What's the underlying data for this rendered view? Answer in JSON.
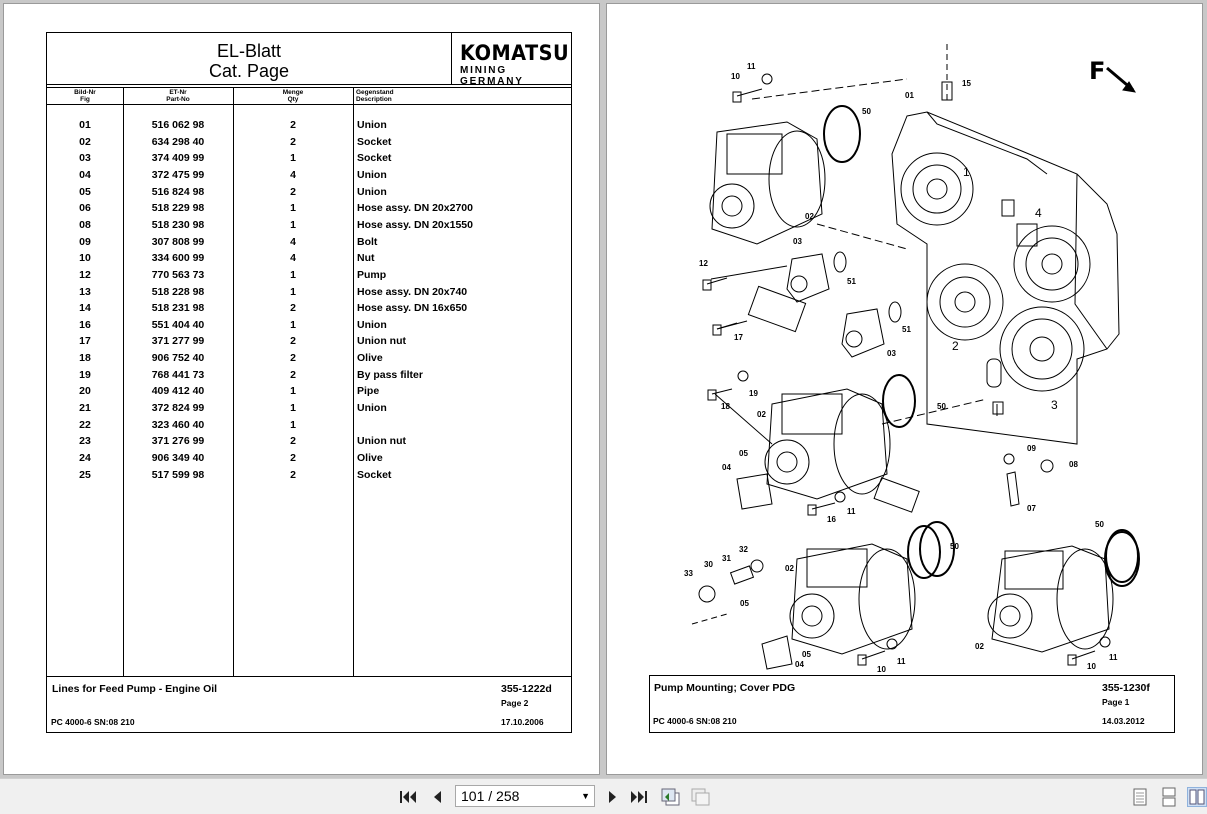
{
  "left_page": {
    "header": {
      "title_line1": "EL-Blatt",
      "title_line2": "Cat. Page",
      "logo_main": "KOMATSU",
      "logo_sub": "MINING GERMANY"
    },
    "columns": [
      {
        "de": "Bild-Nr",
        "en": "Fig"
      },
      {
        "de": "ET-Nr",
        "en": "Part-No"
      },
      {
        "de": "Menge",
        "en": "Qty"
      },
      {
        "de": "Gegenstand",
        "en": "Description"
      }
    ],
    "rows": [
      {
        "fig": "01",
        "part": "516 062 98",
        "qty": "2",
        "desc": "Union"
      },
      {
        "fig": "02",
        "part": "634 298 40",
        "qty": "2",
        "desc": "Socket"
      },
      {
        "fig": "03",
        "part": "374 409 99",
        "qty": "1",
        "desc": "Socket"
      },
      {
        "fig": "04",
        "part": "372 475 99",
        "qty": "4",
        "desc": "Union"
      },
      {
        "fig": "05",
        "part": "516 824 98",
        "qty": "2",
        "desc": "Union"
      },
      {
        "fig": "06",
        "part": "518 229 98",
        "qty": "1",
        "desc": "Hose assy. DN 20x2700"
      },
      {
        "fig": "08",
        "part": "518 230 98",
        "qty": "1",
        "desc": "Hose assy. DN 20x1550"
      },
      {
        "fig": "09",
        "part": "307 808 99",
        "qty": "4",
        "desc": "Bolt"
      },
      {
        "fig": "10",
        "part": "334 600 99",
        "qty": "4",
        "desc": "Nut"
      },
      {
        "fig": "12",
        "part": "770 563 73",
        "qty": "1",
        "desc": "Pump"
      },
      {
        "fig": "13",
        "part": "518 228 98",
        "qty": "1",
        "desc": "Hose assy. DN 20x740"
      },
      {
        "fig": "14",
        "part": "518 231 98",
        "qty": "2",
        "desc": "Hose assy. DN 16x650"
      },
      {
        "fig": "16",
        "part": "551 404 40",
        "qty": "1",
        "desc": "Union"
      },
      {
        "fig": "17",
        "part": "371 277 99",
        "qty": "2",
        "desc": "Union nut"
      },
      {
        "fig": "18",
        "part": "906 752 40",
        "qty": "2",
        "desc": "Olive"
      },
      {
        "fig": "19",
        "part": "768 441 73",
        "qty": "2",
        "desc": "By pass filter"
      },
      {
        "fig": "20",
        "part": "409 412 40",
        "qty": "1",
        "desc": "Pipe"
      },
      {
        "fig": "21",
        "part": "372 824 99",
        "qty": "1",
        "desc": "Union"
      },
      {
        "fig": "22",
        "part": "323 460 40",
        "qty": "1",
        "desc": ""
      },
      {
        "fig": "23",
        "part": "371 276 99",
        "qty": "2",
        "desc": "Union nut"
      },
      {
        "fig": "24",
        "part": "906 349 40",
        "qty": "2",
        "desc": "Olive"
      },
      {
        "fig": "25",
        "part": "517 599 98",
        "qty": "2",
        "desc": "Socket"
      }
    ],
    "footer": {
      "title": "Lines for Feed Pump - Engine Oil",
      "doc_no": "355-1222d",
      "page": "Page 2",
      "model": "PC 4000-6 SN:08 210",
      "date": "17.10.2006"
    }
  },
  "right_page": {
    "drawing": {
      "direction_label": "F",
      "callouts": [
        "01",
        "02",
        "03",
        "04",
        "05",
        "07",
        "08",
        "09",
        "10",
        "11",
        "12",
        "15",
        "16",
        "17",
        "18",
        "19",
        "30",
        "31",
        "32",
        "33",
        "50",
        "51",
        "1",
        "2",
        "3",
        "4"
      ]
    },
    "footer": {
      "title": "Pump Mounting; Cover PDG",
      "doc_no": "355-1230f",
      "page": "Page 1",
      "model": "PC 4000-6 SN:08 210",
      "date": "14.03.2012"
    }
  },
  "toolbar": {
    "page_indicator": "101 / 258",
    "icons": [
      "first-page-icon",
      "previous-page-icon",
      "next-page-icon",
      "last-page-icon",
      "previous-view-icon",
      "next-view-icon",
      "single-page-view-icon",
      "continuous-view-icon",
      "facing-pages-view-icon"
    ]
  }
}
